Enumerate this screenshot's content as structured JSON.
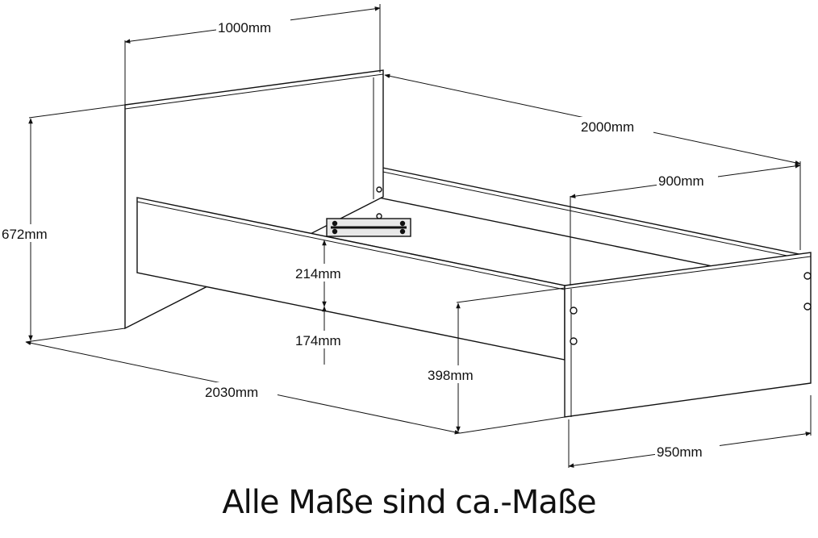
{
  "diagram": {
    "dimensions": {
      "headboard_width": "1000mm",
      "frame_length": "2000mm",
      "inner_width": "900mm",
      "headboard_height": "672mm",
      "side_rail_height": "214mm",
      "clearance_height": "174mm",
      "footboard_height": "398mm",
      "total_length": "2030mm",
      "total_width": "950mm"
    },
    "colors": {
      "line": "#111111",
      "panel_fill": "#ffffff"
    }
  },
  "footer": {
    "note": "Alle Maße sind ca.-Maße"
  }
}
